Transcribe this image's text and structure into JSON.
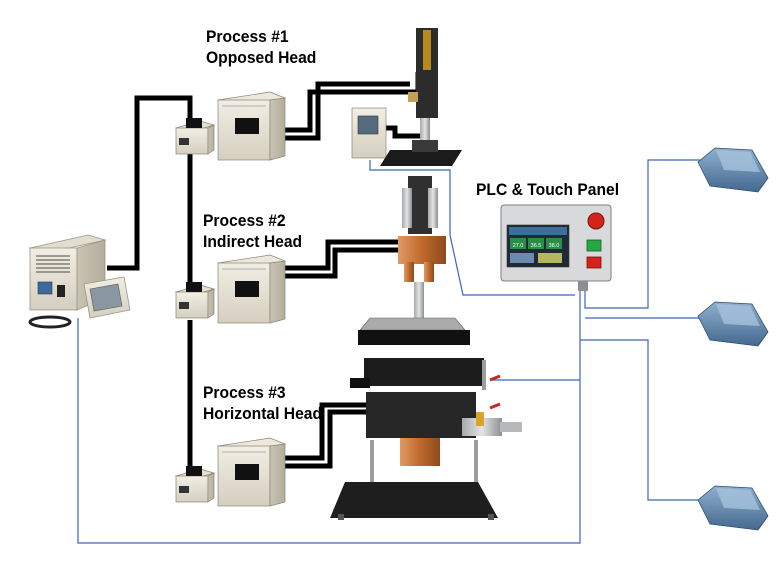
{
  "processes": [
    {
      "title": "Process #1",
      "subtitle": "Opposed Head"
    },
    {
      "title": "Process #2",
      "subtitle": "Indirect Head"
    },
    {
      "title": "Process #3",
      "subtitle": "Horizontal Head"
    }
  ],
  "plc": {
    "title": "PLC & Touch Panel",
    "screen_values": [
      "27.0",
      "36.5",
      "38.0"
    ]
  },
  "colors": {
    "cable_black": "#000000",
    "signal_blue": "#3b67b3",
    "unit_beige": "#e7e3d6",
    "copper": "#c9743a",
    "pedal_blue": "#5b7fa6",
    "estop_red": "#d3241b",
    "button_green": "#27a844"
  },
  "icons": [
    "power-supply-unit",
    "welding-controller",
    "transformer-unit",
    "opposed-weld-head",
    "indirect-weld-head",
    "horizontal-weld-head",
    "plc-touch-panel",
    "foot-pedal"
  ]
}
